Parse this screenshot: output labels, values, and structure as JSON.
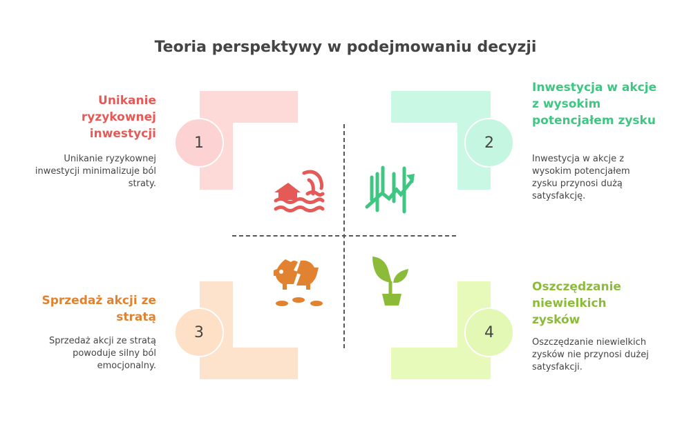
{
  "title": "Teoria perspektywy w podejmowaniu decyzji",
  "colors": {
    "red": "#e55a57",
    "green": "#3ec682",
    "orange": "#e0822f",
    "lime": "#8cbb3a"
  },
  "quadrants": [
    {
      "number": "1",
      "heading": "Unikanie ryzykownej inwestycji",
      "description": "Unikanie ryzykownej inwestycji minimalizuje ból straty.",
      "icon": "flooded-house-icon"
    },
    {
      "number": "2",
      "heading": "Inwestycja w akcje z wysokim potencjałem zysku",
      "description": "Inwestycja w akcje z wysokim potencjałem zysku przynosi dużą satysfakcję.",
      "icon": "growth-chart-icon"
    },
    {
      "number": "3",
      "heading": "Sprzedaż akcji ze stratą",
      "description": "Sprzedaż akcji ze stratą powoduje silny ból emocjonalny.",
      "icon": "broken-piggy-bank-icon"
    },
    {
      "number": "4",
      "heading": "Oszczędzanie niewielkich zysków",
      "description": "Oszczędzanie niewielkich zysków nie przynosi dużej satysfakcji.",
      "icon": "plant-sprout-icon"
    }
  ]
}
